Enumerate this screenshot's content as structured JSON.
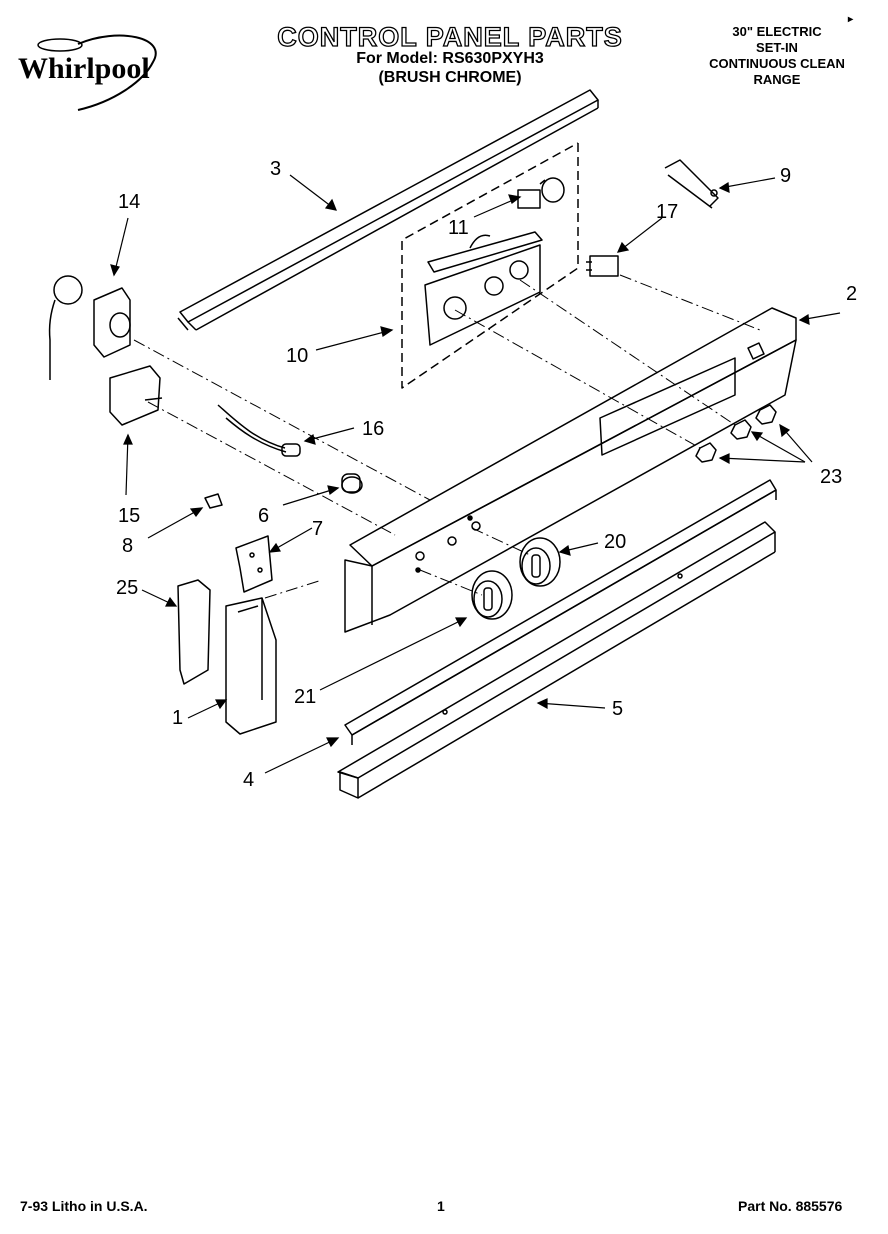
{
  "header": {
    "brand": "Whirlpool",
    "title": "CONTROL PANEL PARTS",
    "model_line": "For Model: RS630PXYH3",
    "finish_line": "(BRUSH CHROME)",
    "range_lines": [
      "30\" ELECTRIC",
      "SET-IN",
      "CONTINUOUS CLEAN",
      "RANGE"
    ]
  },
  "callouts": {
    "c1": "1",
    "c2": "2",
    "c3": "3",
    "c4": "4",
    "c5": "5",
    "c6": "6",
    "c7": "7",
    "c8": "8",
    "c9": "9",
    "c10": "10",
    "c11": "11",
    "c14": "14",
    "c15": "15",
    "c16": "16",
    "c17": "17",
    "c20": "20",
    "c21": "21",
    "c23": "23",
    "c25": "25"
  },
  "footer": {
    "litho": "7-93 Litho in U.S.A.",
    "page": "1",
    "part_no": "Part No. 885576"
  }
}
